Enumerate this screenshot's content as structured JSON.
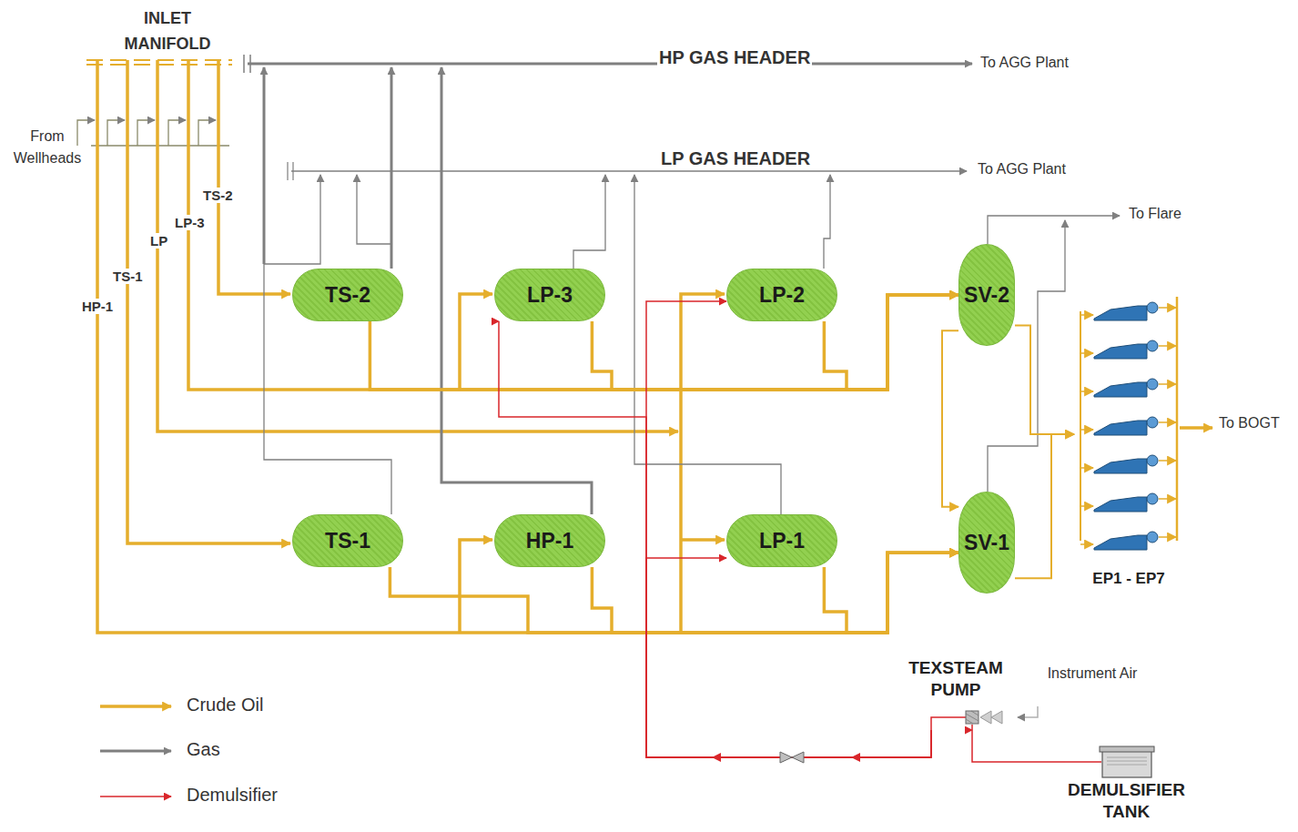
{
  "diagram": {
    "nodes": [
      {
        "text": [
          "TS-2"
        ]
      },
      {
        "text": [
          "LP-3"
        ]
      },
      {
        "text": [
          "LP-2"
        ]
      },
      {
        "text": [
          "SV-2"
        ]
      },
      {
        "text": [
          "TS-1"
        ]
      },
      {
        "text": [
          "HP-1"
        ]
      },
      {
        "text": [
          "LP-1"
        ]
      },
      {
        "text": [
          "SV-1"
        ]
      },
      {
        "text": [
          "EP1 - EP7"
        ]
      },
      {
        "text": [
          "TEXSTEAM PUMP"
        ]
      },
      {
        "text": [
          "DEMULSIFIER TANK"
        ]
      }
    ],
    "edges": [
      {
        "from": 0,
        "to": 3,
        "arrow": "to"
      },
      {
        "from": 1,
        "to": 3,
        "arrow": "to"
      },
      {
        "from": 2,
        "to": 3,
        "arrow": "to"
      },
      {
        "from": 4,
        "to": 7,
        "arrow": "to"
      },
      {
        "from": 5,
        "to": 7,
        "arrow": "to"
      },
      {
        "from": 6,
        "to": 7,
        "arrow": "to"
      },
      {
        "from": 3,
        "to": 7,
        "arrow": "to"
      },
      {
        "from": 3,
        "to": 8,
        "arrow": "to"
      },
      {
        "from": 7,
        "to": 8,
        "arrow": "to"
      },
      {
        "from": 10,
        "to": 9,
        "arrow": "to"
      },
      {
        "from": 9,
        "to": 1,
        "arrow": "to"
      },
      {
        "from": 9,
        "to": 2,
        "arrow": "to"
      },
      {
        "from": 9,
        "to": 6,
        "arrow": "to"
      }
    ],
    "labels": [
      "INLET MANIFOLD",
      "From Wellheads",
      "HP-1",
      "TS-1",
      "LP",
      "LP-3",
      "TS-2",
      "HP GAS HEADER",
      "To AGG Plant",
      "LP GAS HEADER",
      "To AGG Plant",
      "To Flare",
      "To BOGT",
      "Instrument Air"
    ],
    "legend": [
      {
        "text": "Crude Oil"
      },
      {
        "text": "Gas"
      },
      {
        "text": "Demulsifier"
      }
    ]
  }
}
